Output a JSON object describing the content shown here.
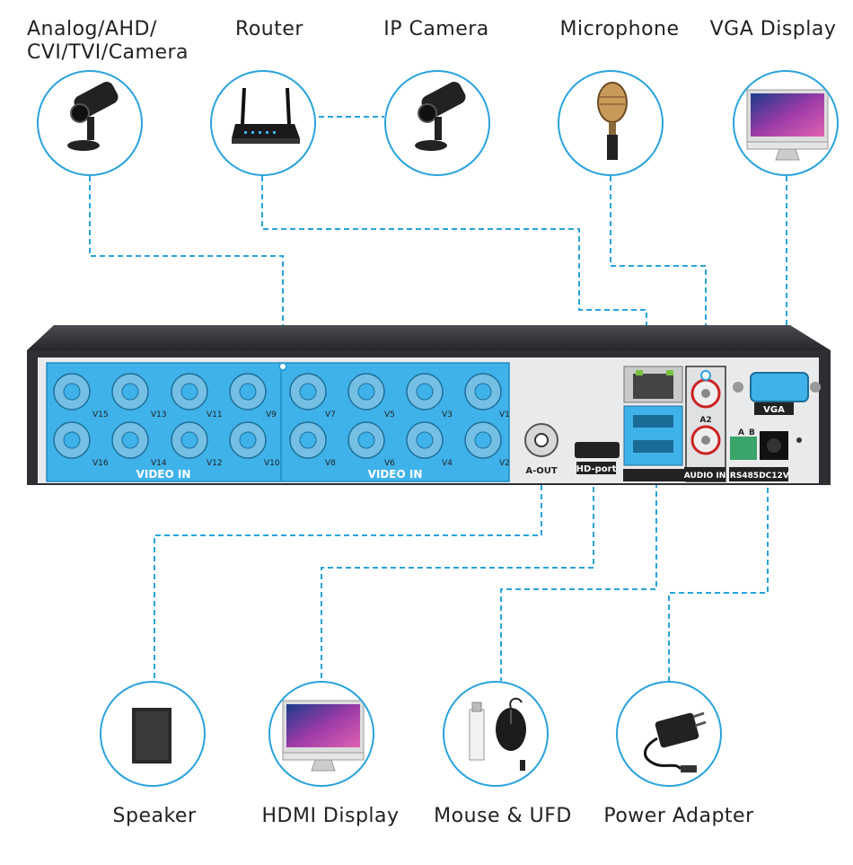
{
  "devices_top": [
    {
      "id": "camera",
      "label": "Analog/AHD/\nCVI/TVI/Camera",
      "icon": "bullet-camera-icon"
    },
    {
      "id": "router",
      "label": "Router",
      "icon": "router-icon"
    },
    {
      "id": "ipcam",
      "label": "IP Camera",
      "icon": "ip-camera-icon"
    },
    {
      "id": "mic",
      "label": "Microphone",
      "icon": "microphone-icon"
    },
    {
      "id": "vga",
      "label": "VGA Display",
      "icon": "monitor-icon"
    }
  ],
  "devices_bottom": [
    {
      "id": "speaker",
      "label": "Speaker",
      "icon": "speaker-icon"
    },
    {
      "id": "hdmi",
      "label": "HDMI Display",
      "icon": "monitor-icon"
    },
    {
      "id": "mouse",
      "label": "Mouse & UFD",
      "icon": "mouse-usb-icon"
    },
    {
      "id": "power",
      "label": "Power Adapter",
      "icon": "power-adapter-icon"
    }
  ],
  "panel": {
    "video_in_label": "VIDEO IN",
    "left_top": [
      "V15",
      "V13",
      "V11",
      "V9"
    ],
    "left_bottom": [
      "V16",
      "V14",
      "V12",
      "V10"
    ],
    "right_top": [
      "V7",
      "V5",
      "V3",
      "V1"
    ],
    "right_bottom": [
      "V8",
      "V6",
      "V4",
      "V2"
    ],
    "a_out": "A-OUT",
    "hd_port": "HD-port",
    "audio_in": "AUDIO IN",
    "a2": "A2",
    "vga": "VGA",
    "rs485": "RS485",
    "rs485_a": "A",
    "rs485_b": "B",
    "dc": "DC12V"
  },
  "colors": {
    "accent": "#29a3dd",
    "highlight": "#3fb2ea",
    "case_top": "#3b3d41",
    "panel": "#e9eaec"
  }
}
